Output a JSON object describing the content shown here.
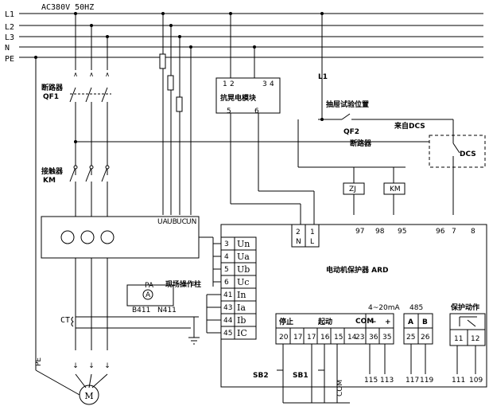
{
  "supply": {
    "label": "AC380V 50HZ",
    "lines": [
      "L1",
      "L2",
      "L3",
      "N",
      "PE"
    ]
  },
  "breaker_main": {
    "name": "断路器",
    "code": "QF1"
  },
  "contactor": {
    "name": "接触器",
    "code": "KM"
  },
  "voltage_terminals": [
    "UA",
    "UB",
    "UC",
    "UN"
  ],
  "anti_sway": {
    "title": "抗晃电模块",
    "pins_top": [
      "1",
      "2",
      "3",
      "4"
    ],
    "pins_bottom": [
      "5",
      "6"
    ]
  },
  "drawout_label": "抽屉试验位置",
  "l1_tap": "L1",
  "breaker_qf2": {
    "code": "QF2",
    "name": "断路器"
  },
  "dcs": {
    "source": "来自DCS",
    "label": "DCS"
  },
  "coils": [
    "ZJ",
    "KM"
  ],
  "protector": {
    "title": "电动机保护器 ARD",
    "power_terminals": [
      "2",
      "1"
    ],
    "power_labels": [
      "N",
      "L"
    ],
    "left_terminals": [
      {
        "num": "3",
        "sig": "Un"
      },
      {
        "num": "4",
        "sig": "Ua"
      },
      {
        "num": "5",
        "sig": "Ub"
      },
      {
        "num": "6",
        "sig": "Uc"
      },
      {
        "num": "41",
        "sig": "In"
      },
      {
        "num": "43",
        "sig": "Ia"
      },
      {
        "num": "44",
        "sig": "Ib"
      },
      {
        "num": "45",
        "sig": "IC"
      }
    ],
    "relay_terminals": [
      "97",
      "98",
      "95",
      "96",
      "7",
      "8"
    ],
    "bottom_groups": {
      "stop": "停止",
      "start": "起动",
      "com": "COM",
      "analog": "4~20mA",
      "minus": "−",
      "plus": "+",
      "rs485": "485",
      "a": "A",
      "b": "B",
      "protect": "保护动作"
    },
    "bottom_terminals": [
      "20",
      "17",
      "17",
      "16",
      "15",
      "14",
      "23",
      "36",
      "35",
      "25",
      "26",
      "11",
      "12"
    ]
  },
  "field_station": {
    "label": "现场操作柱",
    "meter": "PA",
    "meter_glyph": "A",
    "wires": [
      "B411",
      "N411"
    ]
  },
  "ct_label": "CT",
  "motor": "M",
  "pe_label": "PE",
  "pushbuttons": [
    "SB2",
    "SB1"
  ],
  "com_label": "COM",
  "bottom_wire_numbers": [
    "115",
    "113",
    "117",
    "119",
    "111",
    "109"
  ]
}
